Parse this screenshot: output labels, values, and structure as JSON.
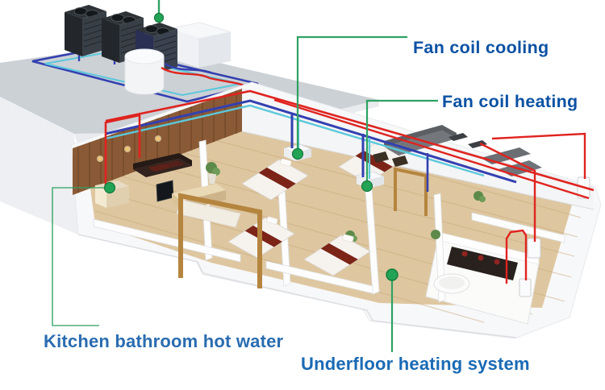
{
  "figure": {
    "type": "isometric-hvac-system-diagram",
    "labels": {
      "fan_coil_cooling": "Fan coil cooling",
      "fan_coil_heating": "Fan coil heating",
      "kitchen_hot_water": "Kitchen bathroom hot water",
      "underfloor_heating": "Underfloor heating system"
    },
    "colors": {
      "label_dark_blue": "#0a51a3",
      "label_mid_blue": "#2a6cb0",
      "label_bright_blue": "#1a6ab5",
      "callout_green": "#2fa263",
      "callout_dot_green": "#22a355",
      "pipe_hot_red": "#e0231f",
      "pipe_cold_navy": "#3340b0",
      "pipe_cold_cyan": "#5cc8dc",
      "floor_wood": "#dec7a0",
      "timber_wall": "#8a5a36",
      "platform_gray": "#ccd1d6",
      "unit_dark": "#23272c",
      "background": "#ffffff"
    }
  }
}
